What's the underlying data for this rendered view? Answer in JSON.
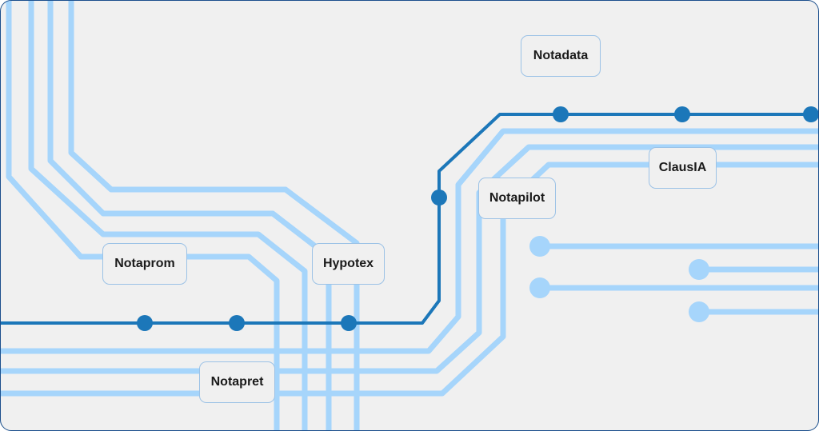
{
  "colors": {
    "background": "#f0f0f0",
    "frame_border": "#1b4f8c",
    "main_line": "#1c77b9",
    "light_line": "#a6d5fb",
    "label_border": "#9cc2e6",
    "label_text": "#1a1a1a"
  },
  "labels": {
    "notadata": "Notadata",
    "clausia": "ClausIA",
    "notapilot": "Notapilot",
    "notaprom": "Notaprom",
    "hypotex": "Hypotex",
    "notapret": "Notapret"
  }
}
